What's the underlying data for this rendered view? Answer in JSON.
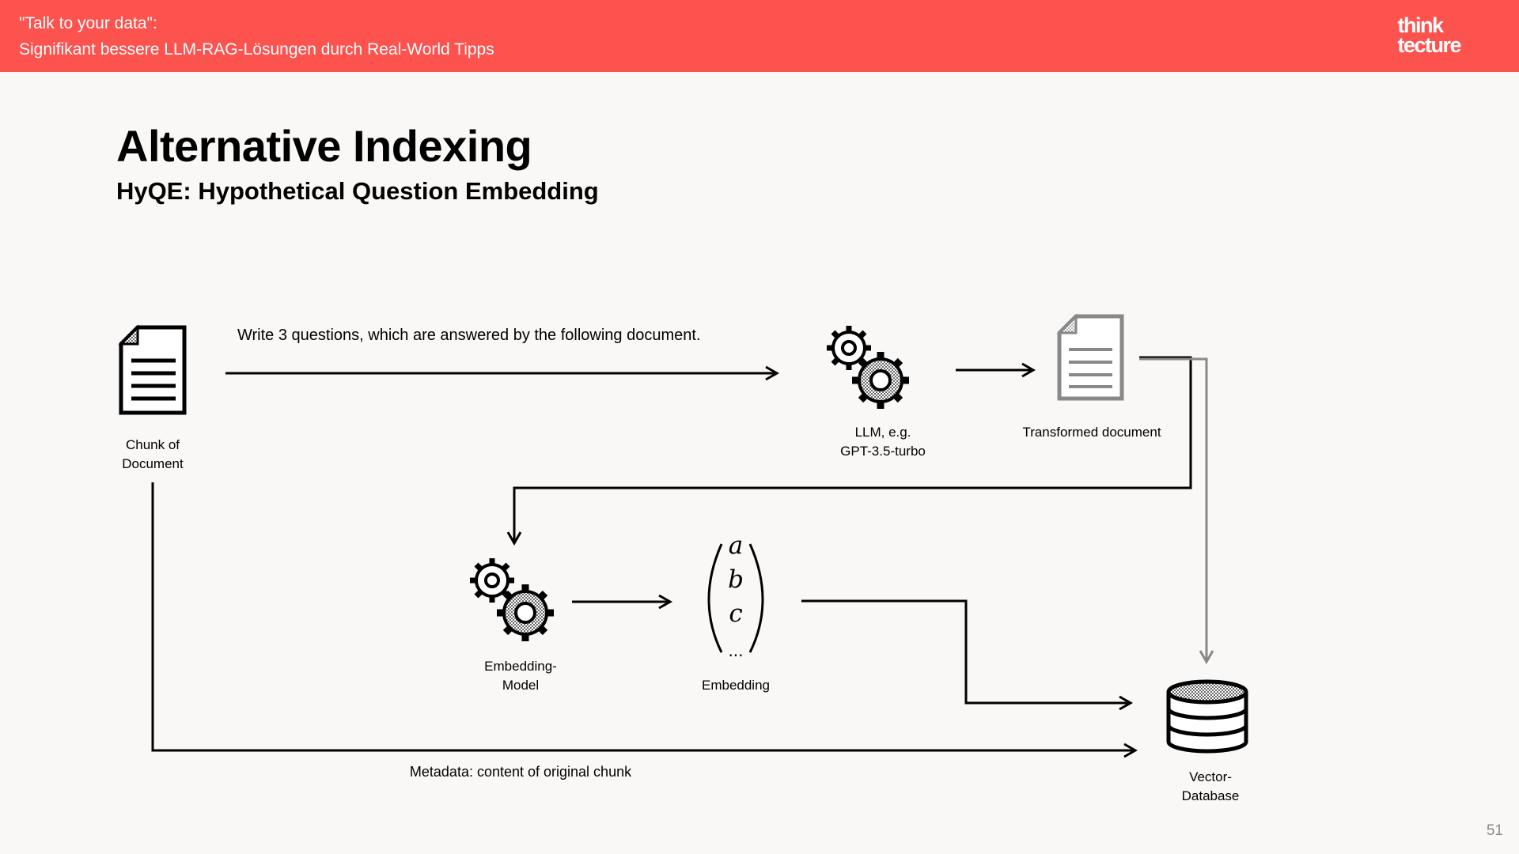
{
  "header": {
    "line1": "\"Talk to your data\":",
    "line2": "Signifikant bessere LLM-RAG-Lösungen durch Real-World Tipps",
    "logo_line1": "think",
    "logo_line2": "tecture",
    "background_color": "#fd534f"
  },
  "slide": {
    "title": "Alternative Indexing",
    "subtitle": "HyQE: Hypothetical Question Embedding",
    "page_number": "51"
  },
  "diagram": {
    "prompt_text": "Write 3 questions, which are answered by the following document.",
    "nodes": {
      "chunk": {
        "line1": "Chunk of",
        "line2": "Document",
        "icon": "document-icon"
      },
      "llm": {
        "line1": "LLM, e.g.",
        "line2": "GPT-3.5-turbo",
        "icon": "gears-icon"
      },
      "transformed": {
        "label": "Transformed document",
        "icon": "document-icon"
      },
      "embedding_model": {
        "line1": "Embedding-",
        "line2": "Model",
        "icon": "gears-icon"
      },
      "embedding": {
        "label": "Embedding",
        "values": [
          "a",
          "b",
          "c",
          "..."
        ],
        "icon": "vector-icon"
      },
      "vector_db": {
        "line1": "Vector-",
        "line2": "Database",
        "icon": "database-icon"
      }
    },
    "metadata_text": "Metadata: content of original chunk"
  }
}
